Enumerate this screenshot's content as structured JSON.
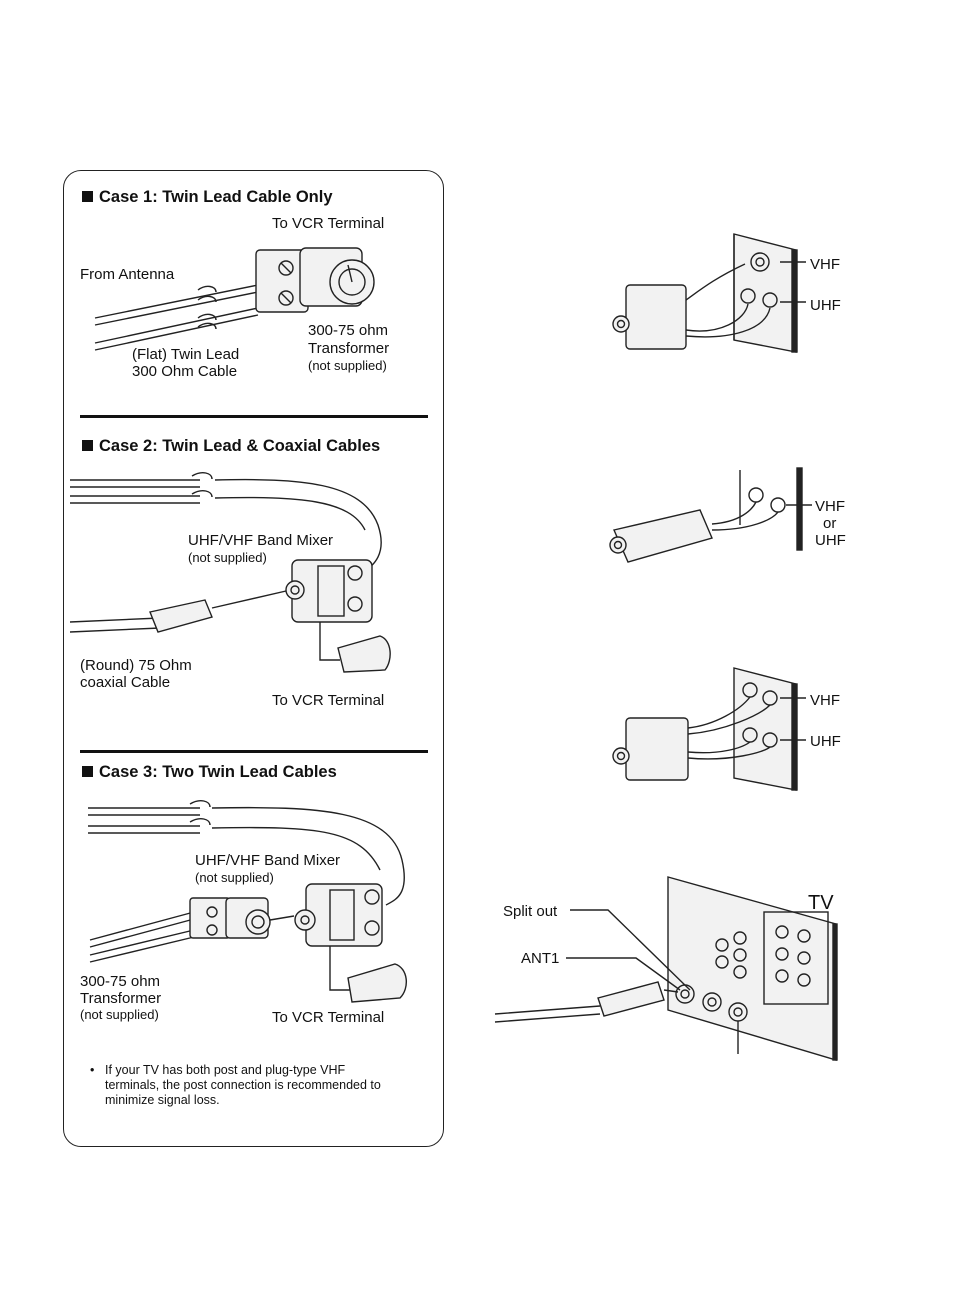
{
  "case1": {
    "heading": "Case 1: Twin Lead Cable Only",
    "to_vcr": "To VCR Terminal",
    "from_antenna": "From Antenna",
    "transformer_line1": "300-75 ohm",
    "transformer_line2": "Transformer",
    "transformer_note": "(not supplied)",
    "cable_line1": "(Flat) Twin Lead",
    "cable_line2": "300 Ohm Cable"
  },
  "case2": {
    "heading": "Case 2: Twin Lead & Coaxial Cables",
    "mixer": "UHF/VHF Band Mixer",
    "mixer_note": "(not supplied)",
    "coax_line1": "(Round) 75 Ohm",
    "coax_line2": "coaxial Cable",
    "to_vcr": "To VCR Terminal"
  },
  "case3": {
    "heading": "Case 3: Two Twin Lead Cables",
    "mixer": "UHF/VHF Band Mixer",
    "mixer_note": "(not supplied)",
    "transformer_line1": "300-75 ohm",
    "transformer_line2": "Transformer",
    "transformer_note": "(not supplied)",
    "to_vcr": "To VCR Terminal"
  },
  "note": "If your TV has both post and plug-type VHF terminals, the post connection is recommended to minimize signal loss.",
  "right": {
    "d1_vhf": "VHF",
    "d1_uhf": "UHF",
    "d2_vhf": "VHF",
    "d2_or": "or",
    "d2_uhf": "UHF",
    "d3_vhf": "VHF",
    "d3_uhf": "UHF",
    "tv": "TV",
    "split_out": "Split out",
    "ant1": "ANT1"
  }
}
